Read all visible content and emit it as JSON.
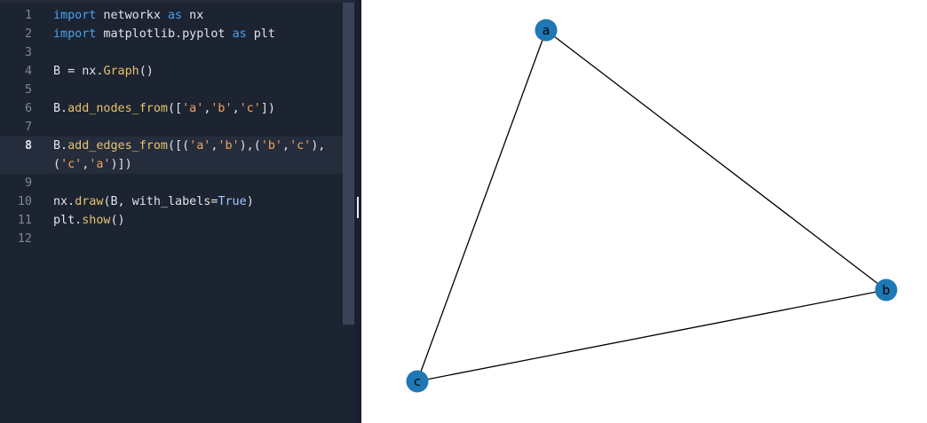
{
  "editor": {
    "lines": [
      {
        "num": "1",
        "tokens": [
          {
            "t": "import",
            "c": "kw"
          },
          {
            "t": " networkx "
          },
          {
            "t": "as",
            "c": "kw"
          },
          {
            "t": " nx"
          }
        ]
      },
      {
        "num": "2",
        "tokens": [
          {
            "t": "import",
            "c": "kw"
          },
          {
            "t": " matplotlib.pyplot "
          },
          {
            "t": "as",
            "c": "kw"
          },
          {
            "t": " plt"
          }
        ]
      },
      {
        "num": "3",
        "tokens": []
      },
      {
        "num": "4",
        "tokens": [
          {
            "t": "B = nx."
          },
          {
            "t": "Graph",
            "c": "fn"
          },
          {
            "t": "()"
          }
        ]
      },
      {
        "num": "5",
        "tokens": []
      },
      {
        "num": "6",
        "tokens": [
          {
            "t": "B."
          },
          {
            "t": "add_nodes_from",
            "c": "fn"
          },
          {
            "t": "(["
          },
          {
            "t": "'a'",
            "c": "str"
          },
          {
            "t": ","
          },
          {
            "t": "'b'",
            "c": "str"
          },
          {
            "t": ","
          },
          {
            "t": "'c'",
            "c": "str"
          },
          {
            "t": "])"
          }
        ]
      },
      {
        "num": "7",
        "tokens": []
      },
      {
        "num": "8",
        "current": true,
        "tokens": [
          {
            "t": "B."
          },
          {
            "t": "add_edges_from",
            "c": "fn"
          },
          {
            "t": "([("
          },
          {
            "t": "'a'",
            "c": "str"
          },
          {
            "t": ","
          },
          {
            "t": "'b'",
            "c": "str"
          },
          {
            "t": "),("
          },
          {
            "t": "'b'",
            "c": "str"
          },
          {
            "t": ","
          },
          {
            "t": "'c'",
            "c": "str"
          },
          {
            "t": "),"
          }
        ]
      },
      {
        "num": "",
        "current": true,
        "tokens": [
          {
            "t": "("
          },
          {
            "t": "'c'",
            "c": "str"
          },
          {
            "t": ","
          },
          {
            "t": "'a'",
            "c": "str"
          },
          {
            "t": ")])"
          }
        ]
      },
      {
        "num": "9",
        "tokens": []
      },
      {
        "num": "10",
        "tokens": [
          {
            "t": "nx."
          },
          {
            "t": "draw",
            "c": "fn"
          },
          {
            "t": "(B, with_labels="
          },
          {
            "t": "True",
            "c": "lit"
          },
          {
            "t": ")"
          }
        ]
      },
      {
        "num": "11",
        "tokens": [
          {
            "t": "plt."
          },
          {
            "t": "show",
            "c": "fn"
          },
          {
            "t": "()"
          }
        ]
      },
      {
        "num": "12",
        "tokens": []
      }
    ]
  },
  "graph": {
    "nodes": [
      {
        "id": "a",
        "label": "a"
      },
      {
        "id": "b",
        "label": "b"
      },
      {
        "id": "c",
        "label": "c"
      }
    ],
    "edges": [
      [
        "a",
        "b"
      ],
      [
        "b",
        "c"
      ],
      [
        "c",
        "a"
      ]
    ],
    "node_color": "#1f77b4",
    "edge_color": "#000000"
  }
}
